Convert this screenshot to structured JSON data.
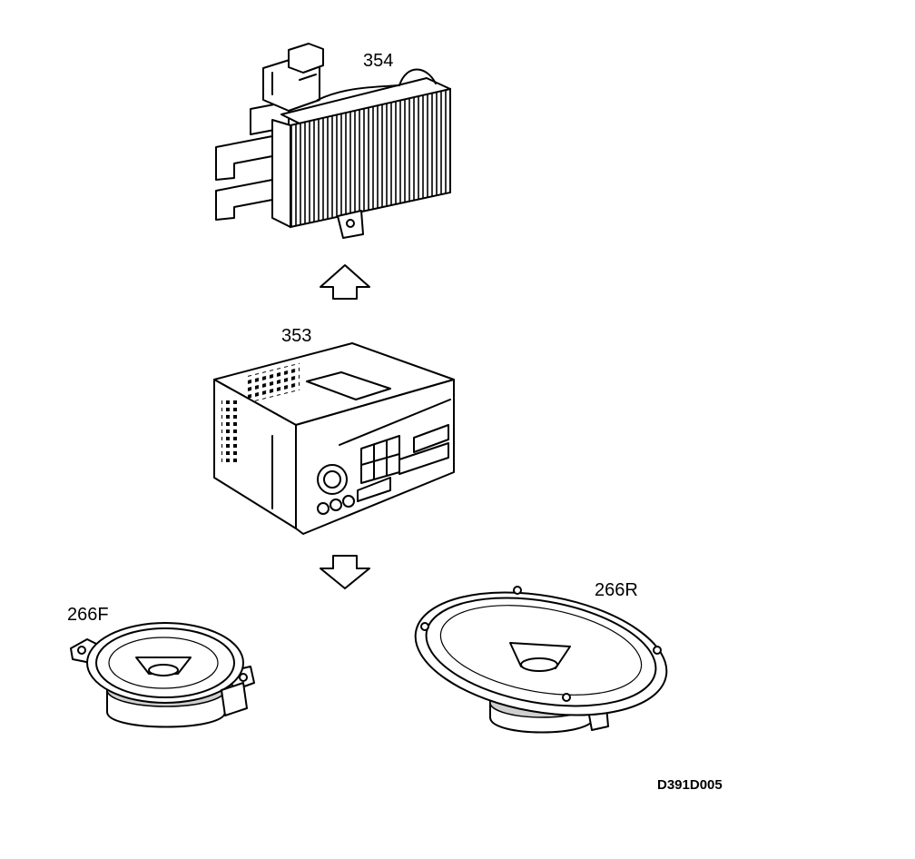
{
  "labels": {
    "amplifier": "354",
    "radio": "353",
    "front_speaker": "266F",
    "rear_speaker": "266R",
    "drawing_code": "D391D005"
  },
  "icons": {
    "arrow_up": "arrow-up-icon",
    "arrow_down": "arrow-down-icon"
  },
  "colors": {
    "line": "#000000",
    "background": "#ffffff"
  }
}
